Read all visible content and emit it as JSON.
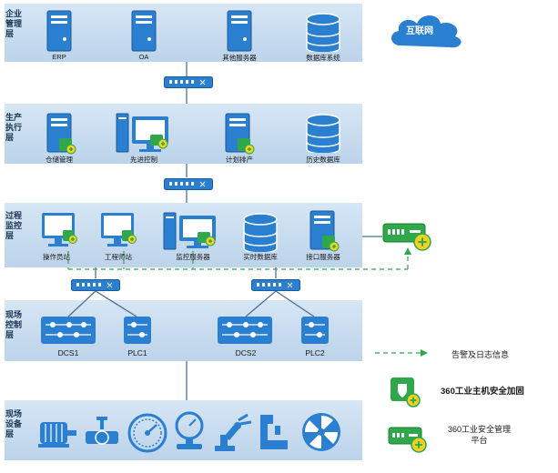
{
  "cloud_label": "互联网",
  "layers": [
    {
      "label": "企业\n管理\n层",
      "nodes": [
        "ERP",
        "OA",
        "其他服务器",
        "数据库系统"
      ]
    },
    {
      "label": "生产\n执行\n层",
      "nodes": [
        "仓储管理",
        "先进控制",
        "计划排产",
        "历史数据库"
      ]
    },
    {
      "label": "过程\n监控\n层",
      "nodes": [
        "操作员站",
        "工程师站",
        "监控服务器",
        "实时数据库",
        "接口服务器"
      ]
    },
    {
      "label": "现场\n控制\n层",
      "nodes": [
        "DCS1",
        "PLC1",
        "DCS2",
        "PLC2"
      ]
    },
    {
      "label": "现场\n设备\n层",
      "nodes": []
    }
  ],
  "legend": {
    "alert": "告警及日志信息",
    "host": "360工业主机安全加固",
    "platform": "360工业安全管理\n平台"
  },
  "colors": {
    "accent": "#1f78c8",
    "green": "#2ea84a",
    "layer": "#c9dcef"
  }
}
